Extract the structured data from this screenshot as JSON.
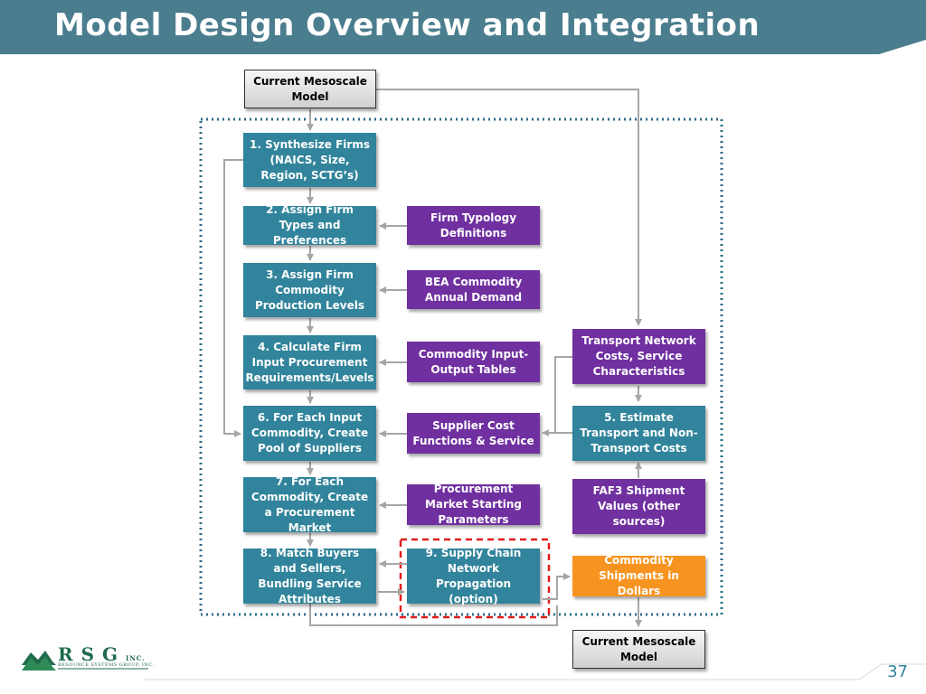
{
  "title": "Model Design Overview and Integration",
  "page_number": "37",
  "colors": {
    "header": "#4a7d8e",
    "step_box": "#31849b",
    "input_box": "#7030a0",
    "output_box": "#f79420",
    "dotted_border": "#2e6b8a",
    "highlight_dashed": "#e31b1b"
  },
  "logo": {
    "letters": "R S G",
    "suffix": "INC.",
    "company": "RESOURCE SYSTEMS GROUP, INC."
  },
  "boxes": {
    "mesoscale_top": "Current Mesoscale Model",
    "step1": "1. Synthesize Firms (NAICS, Size, Region, SCTG’s)",
    "step2": "2. Assign Firm Types and Preferences",
    "step3": "3. Assign Firm Commodity Production Levels",
    "step4": "4. Calculate Firm Input Procurement Requirements/Levels",
    "step6": "6. For Each Input Commodity, Create Pool of Suppliers",
    "step7": "7. For Each Commodity, Create a Procurement Market",
    "step8": "8. Match Buyers and Sellers, Bundling Service Attributes",
    "firm_typology": "Firm Typology Definitions",
    "bea_demand": "BEA Commodity Annual Demand",
    "io_tables": "Commodity Input-Output Tables",
    "supplier_cost": "Supplier Cost Functions & Service",
    "procurement_params": "Procurement Market Starting Parameters",
    "step9": "9. Supply Chain Network Propagation (option)",
    "transport_network": "Transport Network Costs, Service Characteristics",
    "step5": "5. Estimate Transport and Non-Transport Costs",
    "faf3": "FAF3 Shipment Values (other sources)",
    "commodity_dollars": "Commodity Shipments in Dollars",
    "mesoscale_bottom": "Current Mesoscale Model"
  }
}
